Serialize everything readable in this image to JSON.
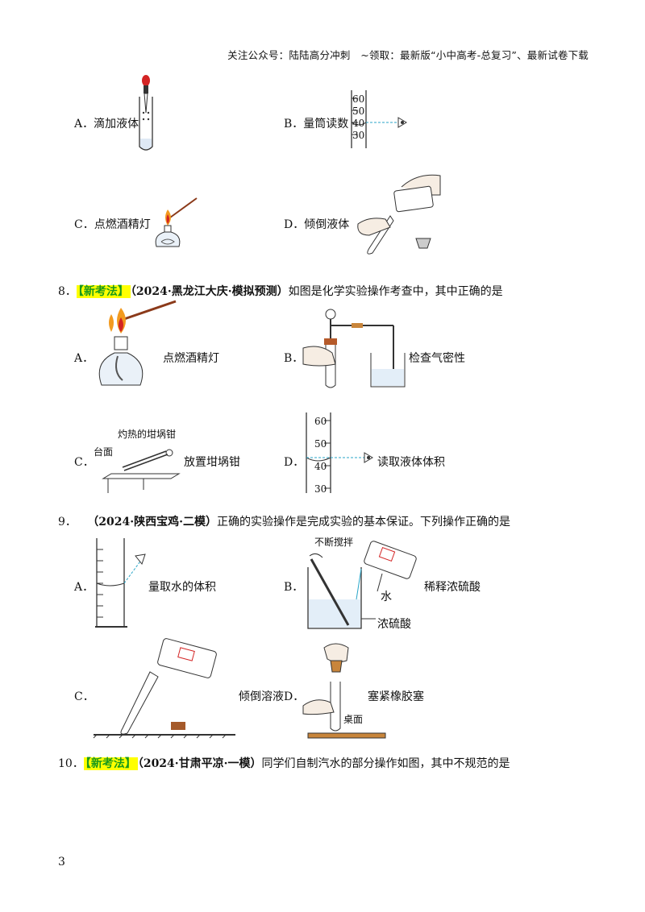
{
  "header": "关注公众号：陆陆高分冲刺　~领取：最新版“小中高考-总复习”、最新试卷下载",
  "q7": {
    "A": "A．滴加液体",
    "B": "B．量筒读数",
    "B_ticks": [
      "60",
      "50",
      "40",
      "30"
    ],
    "C": "C．点燃酒精灯",
    "D": "D．倾倒液体"
  },
  "q8": {
    "num": "8．",
    "tag": "【新考法】",
    "src": "（2024·黑龙江大庆·模拟预测）",
    "stem": "如图是化学实验操作考查中，其中正确的是",
    "A_letter": "A．",
    "A": "点燃酒精灯",
    "B_letter": "B．",
    "B": "检查气密性",
    "C_letter": "C．",
    "C_label1": "灼热的坩埚钳",
    "C_label2": "台面",
    "C": "放置坩埚钳",
    "D_letter": "D．",
    "D": "读取液体体积",
    "D_ticks": [
      "60",
      "50",
      "40",
      "30"
    ]
  },
  "q9": {
    "num": "9．",
    "src": "（2024·陕西宝鸡·二模）",
    "stem": "正确的实验操作是完成实验的基本保证。下列操作正确的是",
    "A_letter": "A．",
    "A": "量取水的体积",
    "B_letter": "B．",
    "B_label1": "不断搅拌",
    "B_label2": "水",
    "B_label3": "浓硫酸",
    "B": "稀释浓硫酸",
    "C_letter": "C．",
    "C": "倾倒溶液",
    "D_letter": "D．",
    "D": "塞紧橡胶塞",
    "D_label": "桌面"
  },
  "q10": {
    "num": "10．",
    "tag": "【新考法】",
    "src": "（2024·甘肃平凉·一模）",
    "stem": "同学们自制汽水的部分操作如图，其中不规范的是"
  },
  "page_number": "3"
}
